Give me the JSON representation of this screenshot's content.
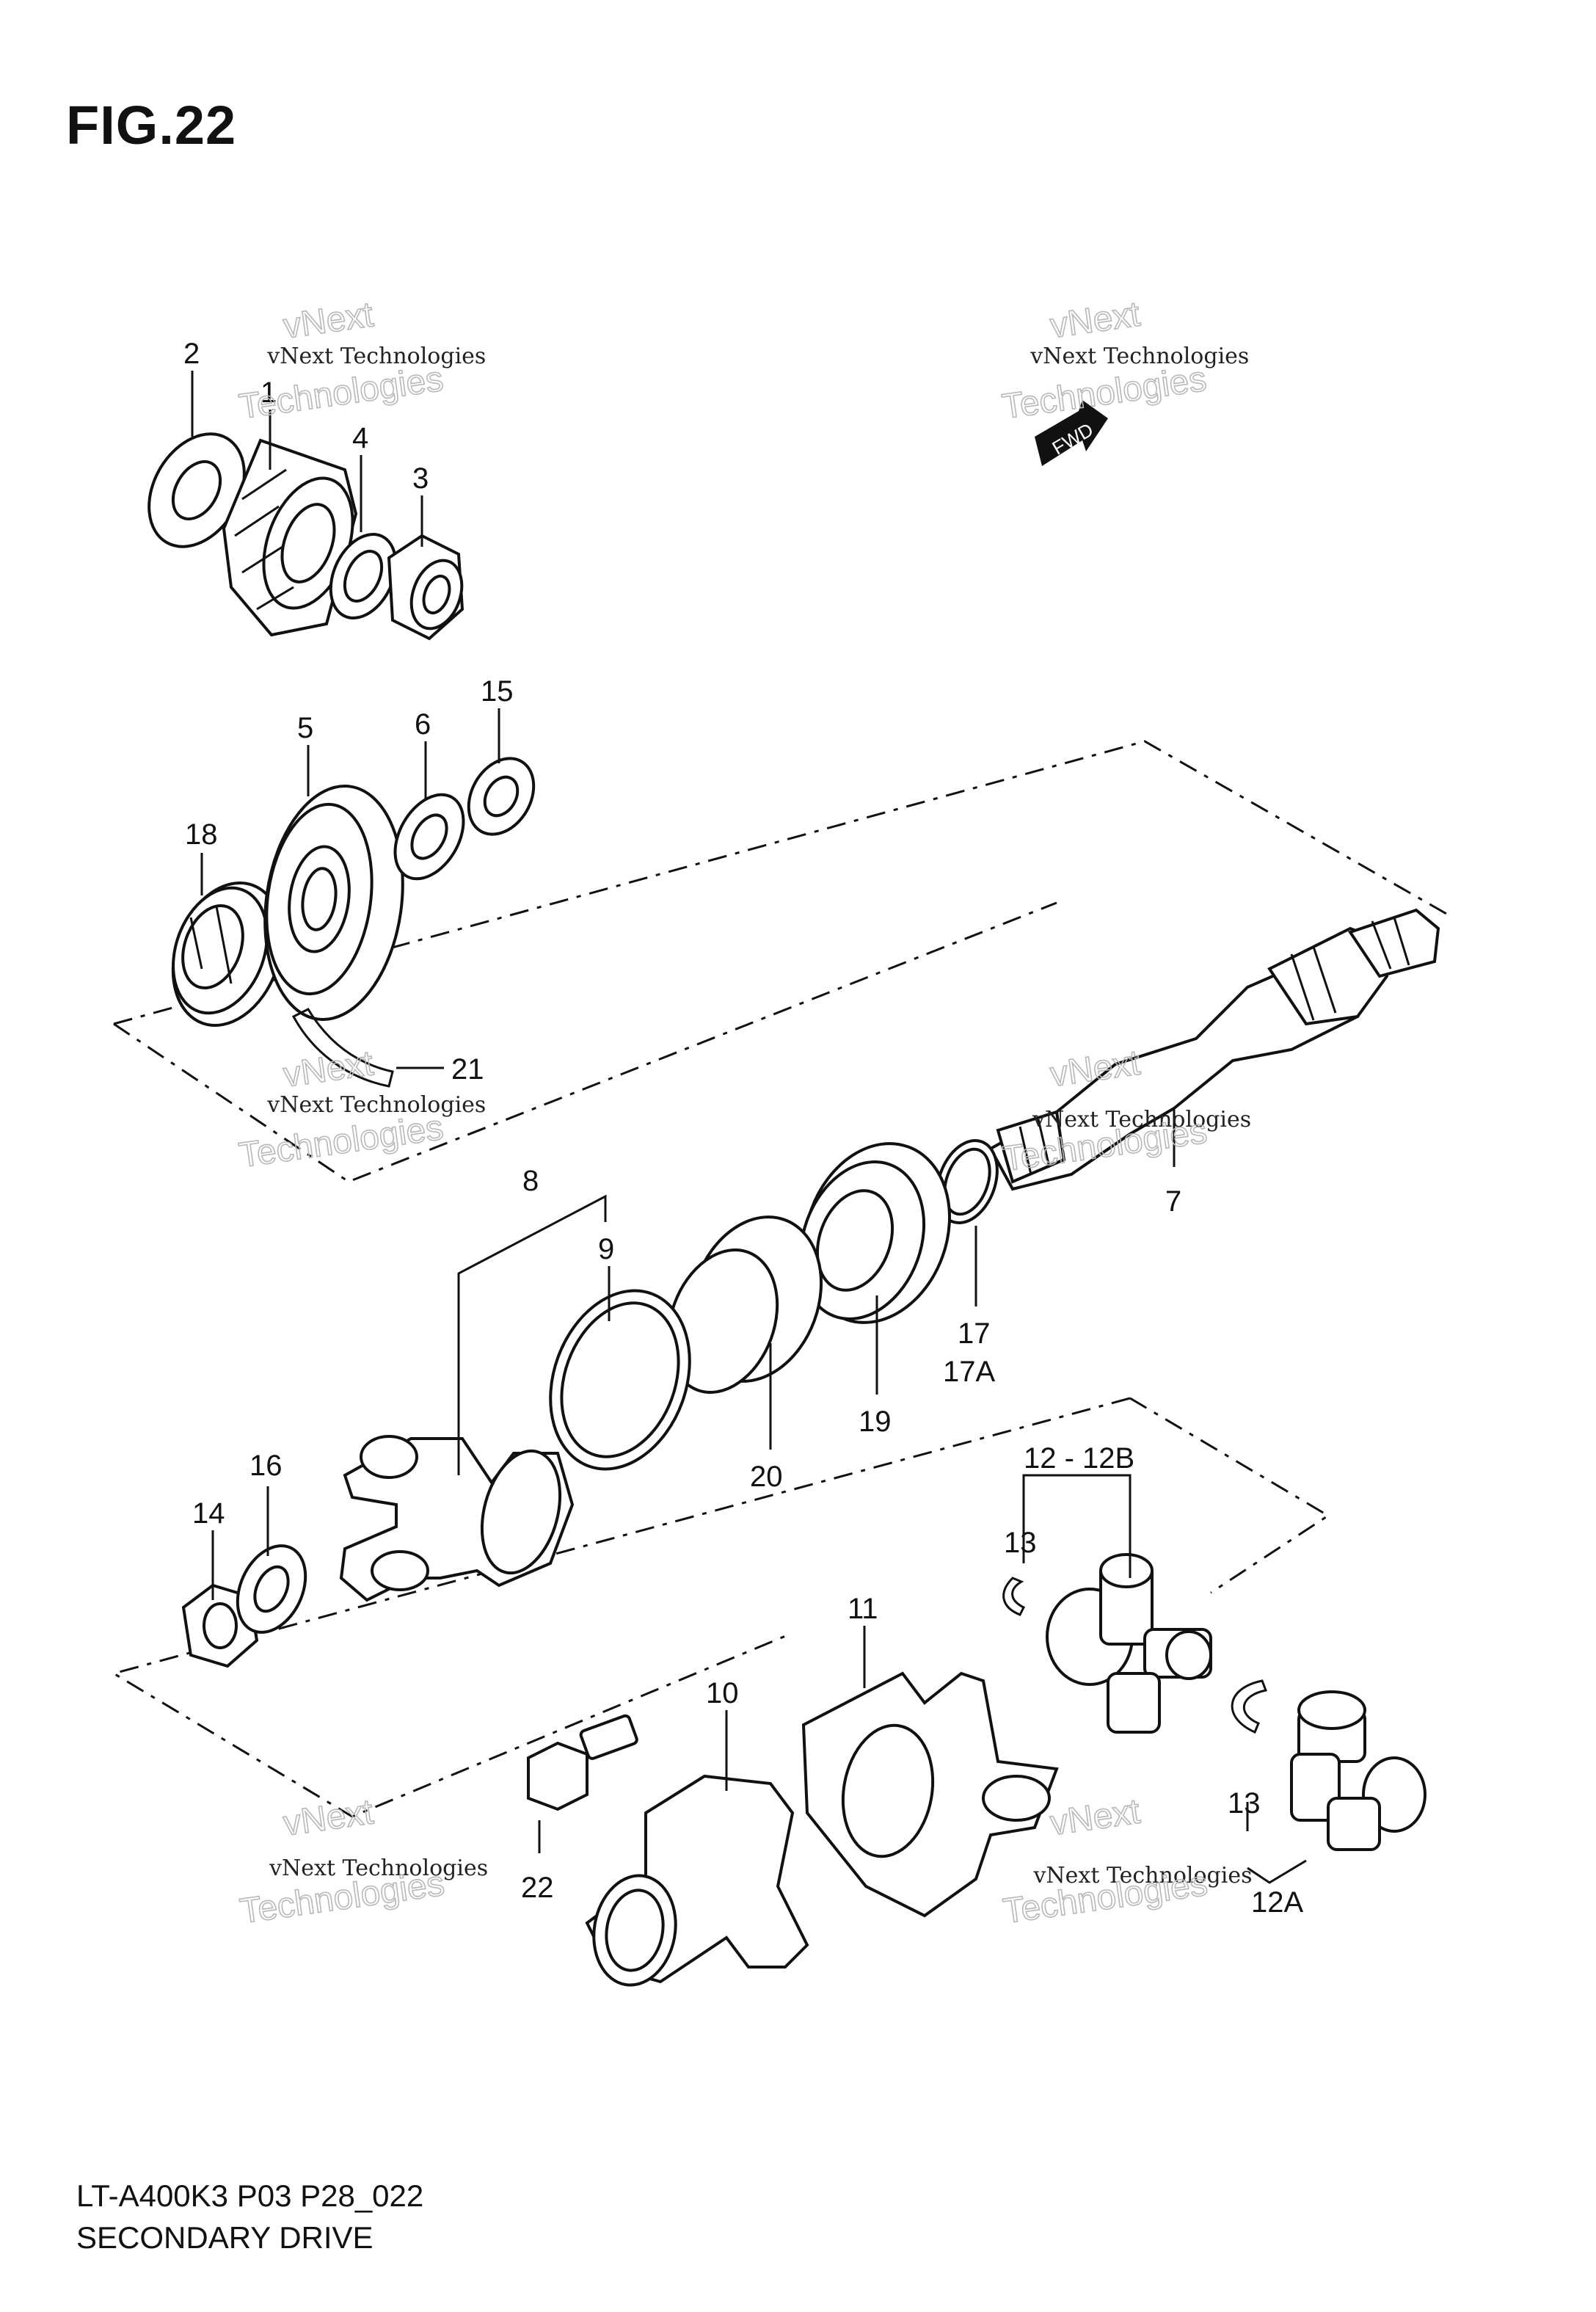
{
  "figure": {
    "title": "FIG.22",
    "model_code": "LT-A400K3 P03 P28_022",
    "diagram_name": "SECONDARY DRIVE"
  },
  "watermark": {
    "line1": "vNext",
    "line2": "vNext Technologies",
    "line3": "Technologies"
  },
  "fwd_label": "FWD",
  "callouts": {
    "c1": "1",
    "c2": "2",
    "c3": "3",
    "c4": "4",
    "c5": "5",
    "c6": "6",
    "c7": "7",
    "c8": "8",
    "c9": "9",
    "c10": "10",
    "c11": "11",
    "c12": "12 - 12B",
    "c12a": "12A",
    "c13a": "13",
    "c13b": "13",
    "c14": "14",
    "c15": "15",
    "c16": "16",
    "c17": "17",
    "c17a": "17A",
    "c18": "18",
    "c19": "19",
    "c20": "20",
    "c21": "21",
    "c22": "22"
  }
}
